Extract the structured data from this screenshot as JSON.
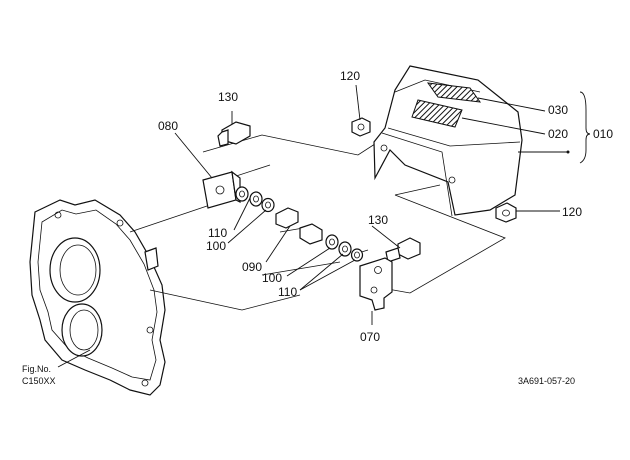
{
  "callouts": {
    "p130_top": "130",
    "p080": "080",
    "p120_top": "120",
    "p030": "030",
    "p020": "020",
    "p010": "010",
    "p110_left": "110",
    "p100_left": "100",
    "p090": "090",
    "p100_mid": "100",
    "p110_mid": "110",
    "p130_mid": "130",
    "p120_right": "120",
    "p070": "070"
  },
  "fig": {
    "label": "Fig.No.",
    "number": "C150XX"
  },
  "drawing_code": "3A691-057-20"
}
